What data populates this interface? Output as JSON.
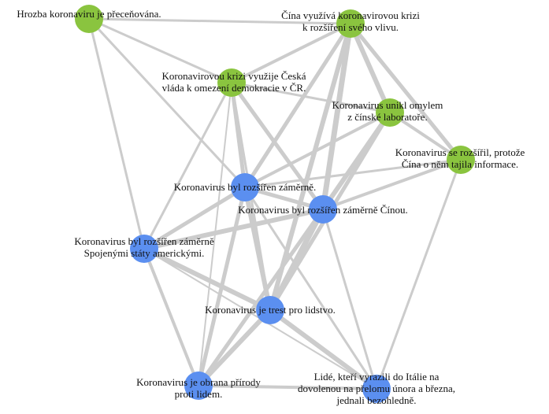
{
  "colors": {
    "edge": "#cccccc",
    "green": "#8ac43f",
    "blue": "#5b8ff0",
    "text": "#111111",
    "background": "#ffffff"
  },
  "nodes": [
    {
      "id": "n1",
      "group": "green",
      "lines": [
        "Hrozba koronaviru je přeceňována."
      ]
    },
    {
      "id": "n2",
      "group": "green",
      "lines": [
        "Čína využívá koronavirovou krizi",
        "k rozšíření svého vlivu."
      ]
    },
    {
      "id": "n3",
      "group": "green",
      "lines": [
        "Koronavirovou krizi využije Česká",
        "vláda k omezení demokracie v ČR."
      ]
    },
    {
      "id": "n4",
      "group": "green",
      "lines": [
        "Koronavirus unikl omylem",
        "z čínské laboratoře."
      ]
    },
    {
      "id": "n5",
      "group": "green",
      "lines": [
        "Koronavirus se rozšířil, protože",
        "Čína o něm tajila informace."
      ]
    },
    {
      "id": "n6",
      "group": "blue",
      "lines": [
        "Koronavirus byl rozšířen záměrně."
      ]
    },
    {
      "id": "n7",
      "group": "blue",
      "lines": [
        "Koronavirus byl rozšířen záměrně Čínou."
      ]
    },
    {
      "id": "n8",
      "group": "blue",
      "lines": [
        "Koronavirus byl rozšířen záměrně",
        "Spojenými státy americkými."
      ]
    },
    {
      "id": "n9",
      "group": "blue",
      "lines": [
        "Koronavirus je trest pro lidstvo."
      ]
    },
    {
      "id": "n10",
      "group": "blue",
      "lines": [
        "Koronavirus je obrana přírody",
        "proti lidem."
      ]
    },
    {
      "id": "n11",
      "group": "blue",
      "lines": [
        "Lidé, kteří vyrazili do Itálie na",
        "dovolenou na přelomu února a března,",
        "jednali bezohledně."
      ]
    }
  ],
  "edges": [
    [
      "n1",
      "n2",
      3
    ],
    [
      "n1",
      "n3",
      3
    ],
    [
      "n1",
      "n6",
      3
    ],
    [
      "n1",
      "n8",
      3
    ],
    [
      "n2",
      "n3",
      4
    ],
    [
      "n2",
      "n4",
      6
    ],
    [
      "n2",
      "n5",
      5
    ],
    [
      "n2",
      "n6",
      5
    ],
    [
      "n2",
      "n7",
      7
    ],
    [
      "n2",
      "n9",
      6
    ],
    [
      "n3",
      "n4",
      3
    ],
    [
      "n3",
      "n6",
      5
    ],
    [
      "n3",
      "n7",
      5
    ],
    [
      "n3",
      "n8",
      3
    ],
    [
      "n3",
      "n9",
      3
    ],
    [
      "n3",
      "n10",
      2
    ],
    [
      "n4",
      "n5",
      4
    ],
    [
      "n4",
      "n6",
      4
    ],
    [
      "n4",
      "n7",
      6
    ],
    [
      "n4",
      "n9",
      5
    ],
    [
      "n5",
      "n6",
      3
    ],
    [
      "n5",
      "n7",
      4
    ],
    [
      "n5",
      "n11",
      3
    ],
    [
      "n6",
      "n7",
      5
    ],
    [
      "n6",
      "n8",
      5
    ],
    [
      "n6",
      "n9",
      6
    ],
    [
      "n6",
      "n10",
      5
    ],
    [
      "n6",
      "n11",
      3
    ],
    [
      "n7",
      "n8",
      6
    ],
    [
      "n7",
      "n9",
      7
    ],
    [
      "n7",
      "n10",
      5
    ],
    [
      "n7",
      "n11",
      3
    ],
    [
      "n8",
      "n9",
      6
    ],
    [
      "n8",
      "n10",
      4
    ],
    [
      "n8",
      "n11",
      2
    ],
    [
      "n9",
      "n10",
      6
    ],
    [
      "n9",
      "n11",
      6
    ],
    [
      "n10",
      "n11",
      4
    ]
  ]
}
